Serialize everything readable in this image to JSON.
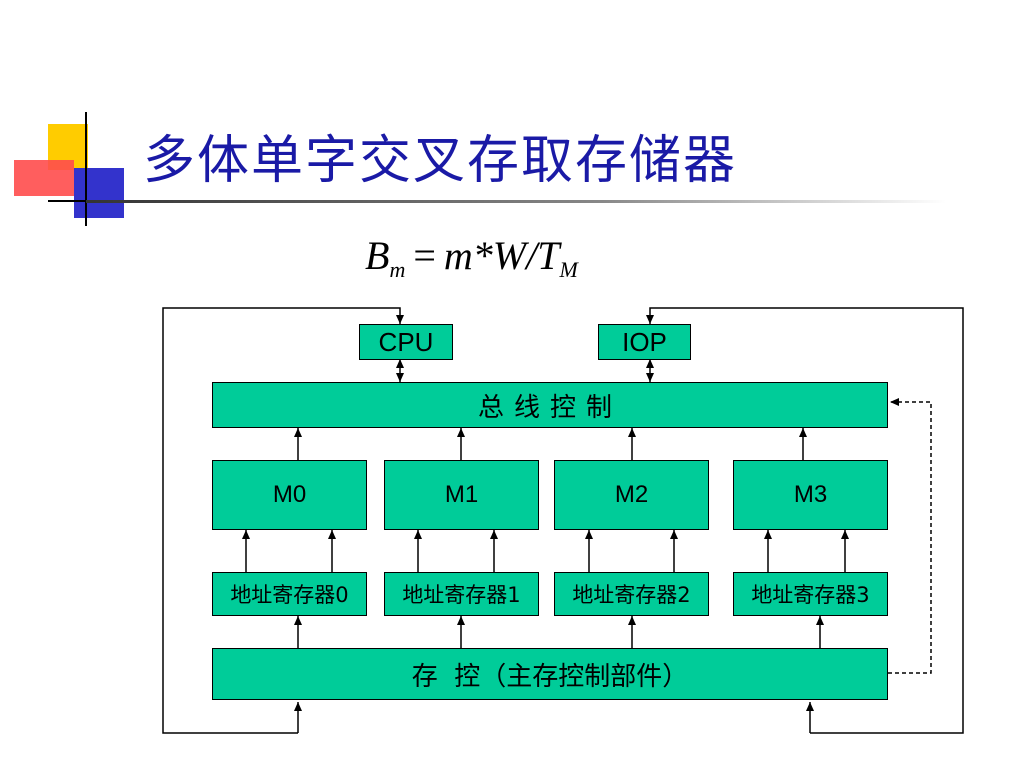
{
  "slide": {
    "title": "多体单字交叉存取存储器",
    "formula": {
      "lhs": "B",
      "lhs_sub": "m",
      "eq": "=",
      "rhs_main": "m*W/T",
      "rhs_sub": "M"
    }
  },
  "diagram": {
    "cpu": "CPU",
    "iop": "IOP",
    "bus_control": "总线控制",
    "modules": [
      "M0",
      "M1",
      "M2",
      "M3"
    ],
    "address_registers": [
      "地址寄存器0",
      "地址寄存器1",
      "地址寄存器2",
      "地址寄存器3"
    ],
    "storage_control": "存  控（主存控制部件）"
  },
  "colors": {
    "title": "#1a1aa6",
    "box_fill": "#00cc99",
    "line": "#000000"
  }
}
